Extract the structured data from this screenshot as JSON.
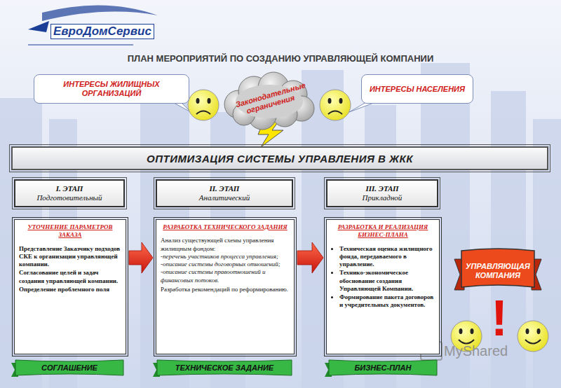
{
  "diagram": {
    "title": "ПЛАН МЕРОПРИЯТИЙ   ПО СОЗДАНИЮ УПРАВЛЯЮЩЕЙ КОМПАНИИ",
    "nodes": [
      {
        "text": [
          "ИНТЕРЕСЫ ЖИЛИЩНЫХ ОРГАНИЗАЦИЙ"
        ]
      },
      {
        "text": [
          "Законодательные ограничения"
        ]
      },
      {
        "text": [
          "ИНТЕРЕСЫ НАСЕЛЕНИЯ"
        ]
      },
      {
        "text": [
          "ОПТИМИЗАЦИЯ  СИСТЕМЫ  УПРАВЛЕНИЯ  В  ЖКК"
        ]
      },
      {
        "text": [
          "I. ЭТАП",
          "Подготовительный"
        ]
      },
      {
        "text": [
          "II. ЭТАП",
          "Аналитический"
        ]
      },
      {
        "text": [
          "III. ЭТАП",
          "Прикладной"
        ]
      },
      {
        "text": [
          "УТОЧНЕНИЕ ПАРАМЕТРОВ ЗАКАЗА",
          "Представление Заказчику подходов СКЕ к организации управляющей компании.",
          "Согласование целей и задач создания управляющей компании.",
          "Определение проблемного поля"
        ]
      },
      {
        "text": [
          "РАЗРАБОТКА ТЕХНИЧЕСКОГО ЗАДАНИЯ",
          "Анализ существующей схемы управления жилищным фондом:",
          "-перечень участников процесса управления;",
          "-описание системы договорных отношений;",
          "-описание системы правоотношений и финансовых потоков.",
          "Разработка рекомендаций по реформированию."
        ]
      },
      {
        "text": [
          "РАЗРАБОТКА И РЕАЛИЗАЦИЯ БИЗНЕС-ПЛАНА",
          "Техническая оценка жилищного фонда, передаваемого в управление.",
          "Технико-экономическое обоснование создания Управляющей Компании.",
          "Формирование пакета договоров и учредительных документов."
        ]
      },
      {
        "text": [
          "УПРАВЛЯЮЩАЯ КОМПАНИЯ"
        ]
      },
      {
        "text": [
          "СОГЛАШЕНИЕ"
        ]
      },
      {
        "text": [
          "ТЕХНИЧЕСКОЕ ЗАДАНИЕ"
        ]
      },
      {
        "text": [
          "БИЗНЕС-ПЛАН"
        ]
      }
    ],
    "edges": [
      {
        "from": 7,
        "to": 8,
        "arrow": "to"
      },
      {
        "from": 8,
        "to": 9,
        "arrow": "to"
      }
    ],
    "labels": [
      "ЕвроДомСервис",
      "!",
      "MyShared"
    ]
  }
}
